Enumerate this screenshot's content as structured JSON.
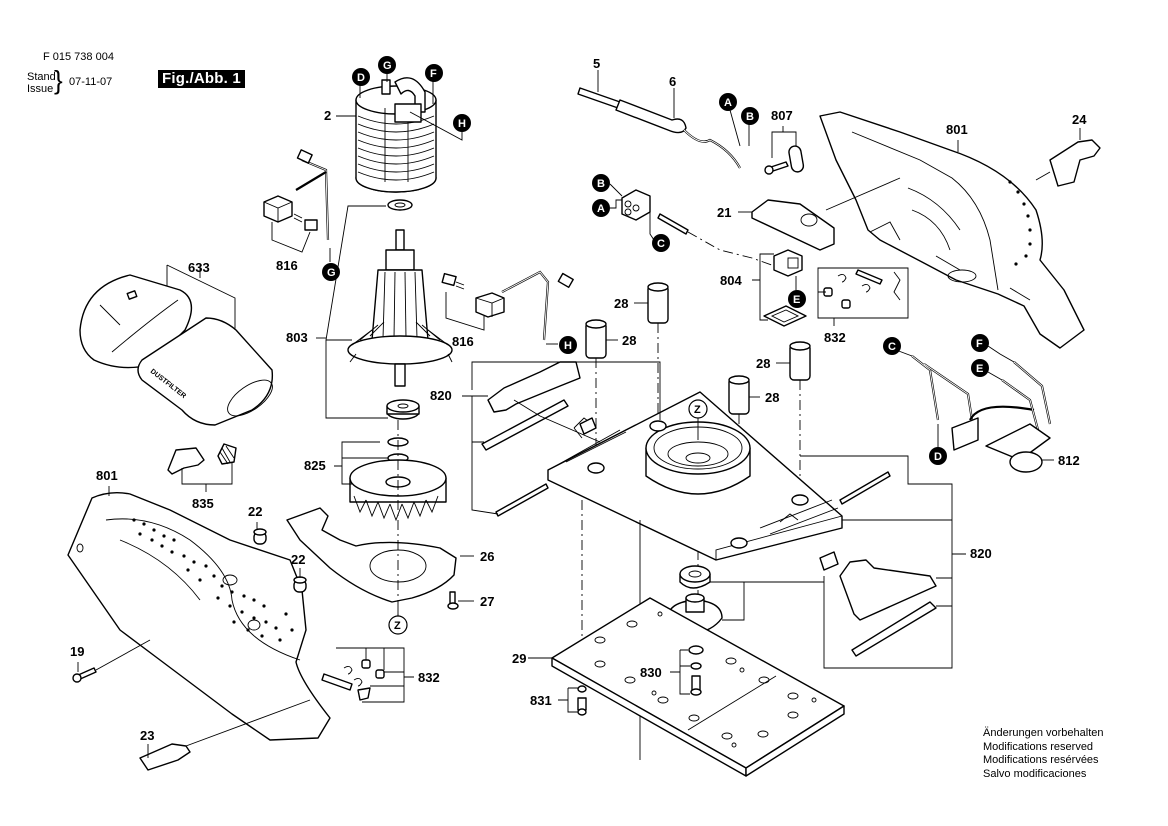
{
  "header": {
    "document_number": "F 015 738 004",
    "stand_label": "Stand",
    "issue_label": "Issue",
    "date": "07-11-07",
    "figure_label": "Fig./Abb. 1"
  },
  "notice": {
    "lines": [
      "Änderungen vorbehalten",
      "Modifications reserved",
      "Modifications resérvées",
      "Salvo modificaciones"
    ]
  },
  "part_labels": {
    "p2": "2",
    "p5": "5",
    "p6": "6",
    "p19": "19",
    "p21": "21",
    "p22a": "22",
    "p22b": "22",
    "p23": "23",
    "p24": "24",
    "p26": "26",
    "p27": "27",
    "p28a": "28",
    "p28b": "28",
    "p28c": "28",
    "p28d": "28",
    "p29": "29",
    "p633": "633",
    "p801a": "801",
    "p801b": "801",
    "p803": "803",
    "p804": "804",
    "p807": "807",
    "p812": "812",
    "p816a": "816",
    "p816b": "816",
    "p820a": "820",
    "p820b": "820",
    "p825": "825",
    "p830": "830",
    "p831": "831",
    "p832a": "832",
    "p832b": "832",
    "p835": "835"
  },
  "connection_markers": {
    "stator_D": "D",
    "stator_G": "G",
    "stator_F": "F",
    "stator_H": "H",
    "brush_left_G": "G",
    "brush_right_H": "H",
    "cable_A": "A",
    "cable_B": "B",
    "terminal_B": "B",
    "terminal_A": "A",
    "terminal_C": "C",
    "switch_E": "E",
    "cap_C": "C",
    "cap_D": "D",
    "elec_F": "F",
    "elec_E": "E"
  },
  "reference_markers": {
    "fan_z": "Z",
    "base_z": "Z"
  },
  "embossed_text": {
    "dustfilter": "DUSTFILTER"
  }
}
